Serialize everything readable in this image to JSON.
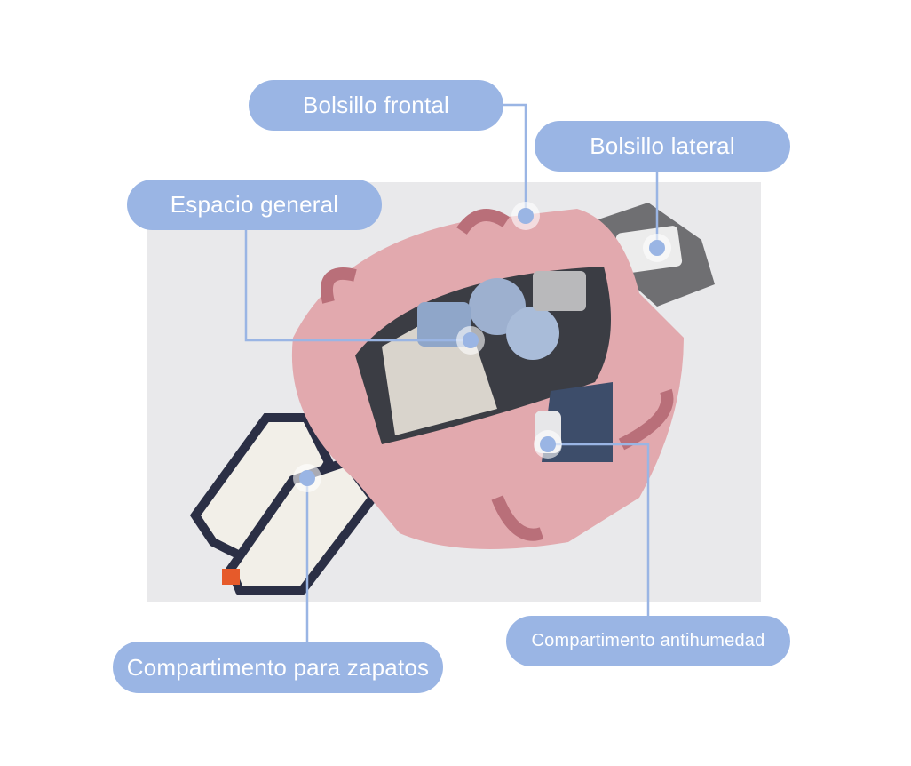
{
  "labels": {
    "front_pocket": "Bolsillo frontal",
    "side_pocket": "Bolsillo lateral",
    "main_space": "Espacio general",
    "shoe_compartment": "Compartimento para zapatos",
    "moisture_compartment": "Compartimento antihumedad"
  },
  "colors": {
    "accent": "#9ab5e4",
    "bag": "#e2a9ae",
    "background": "#e9e9eb"
  }
}
